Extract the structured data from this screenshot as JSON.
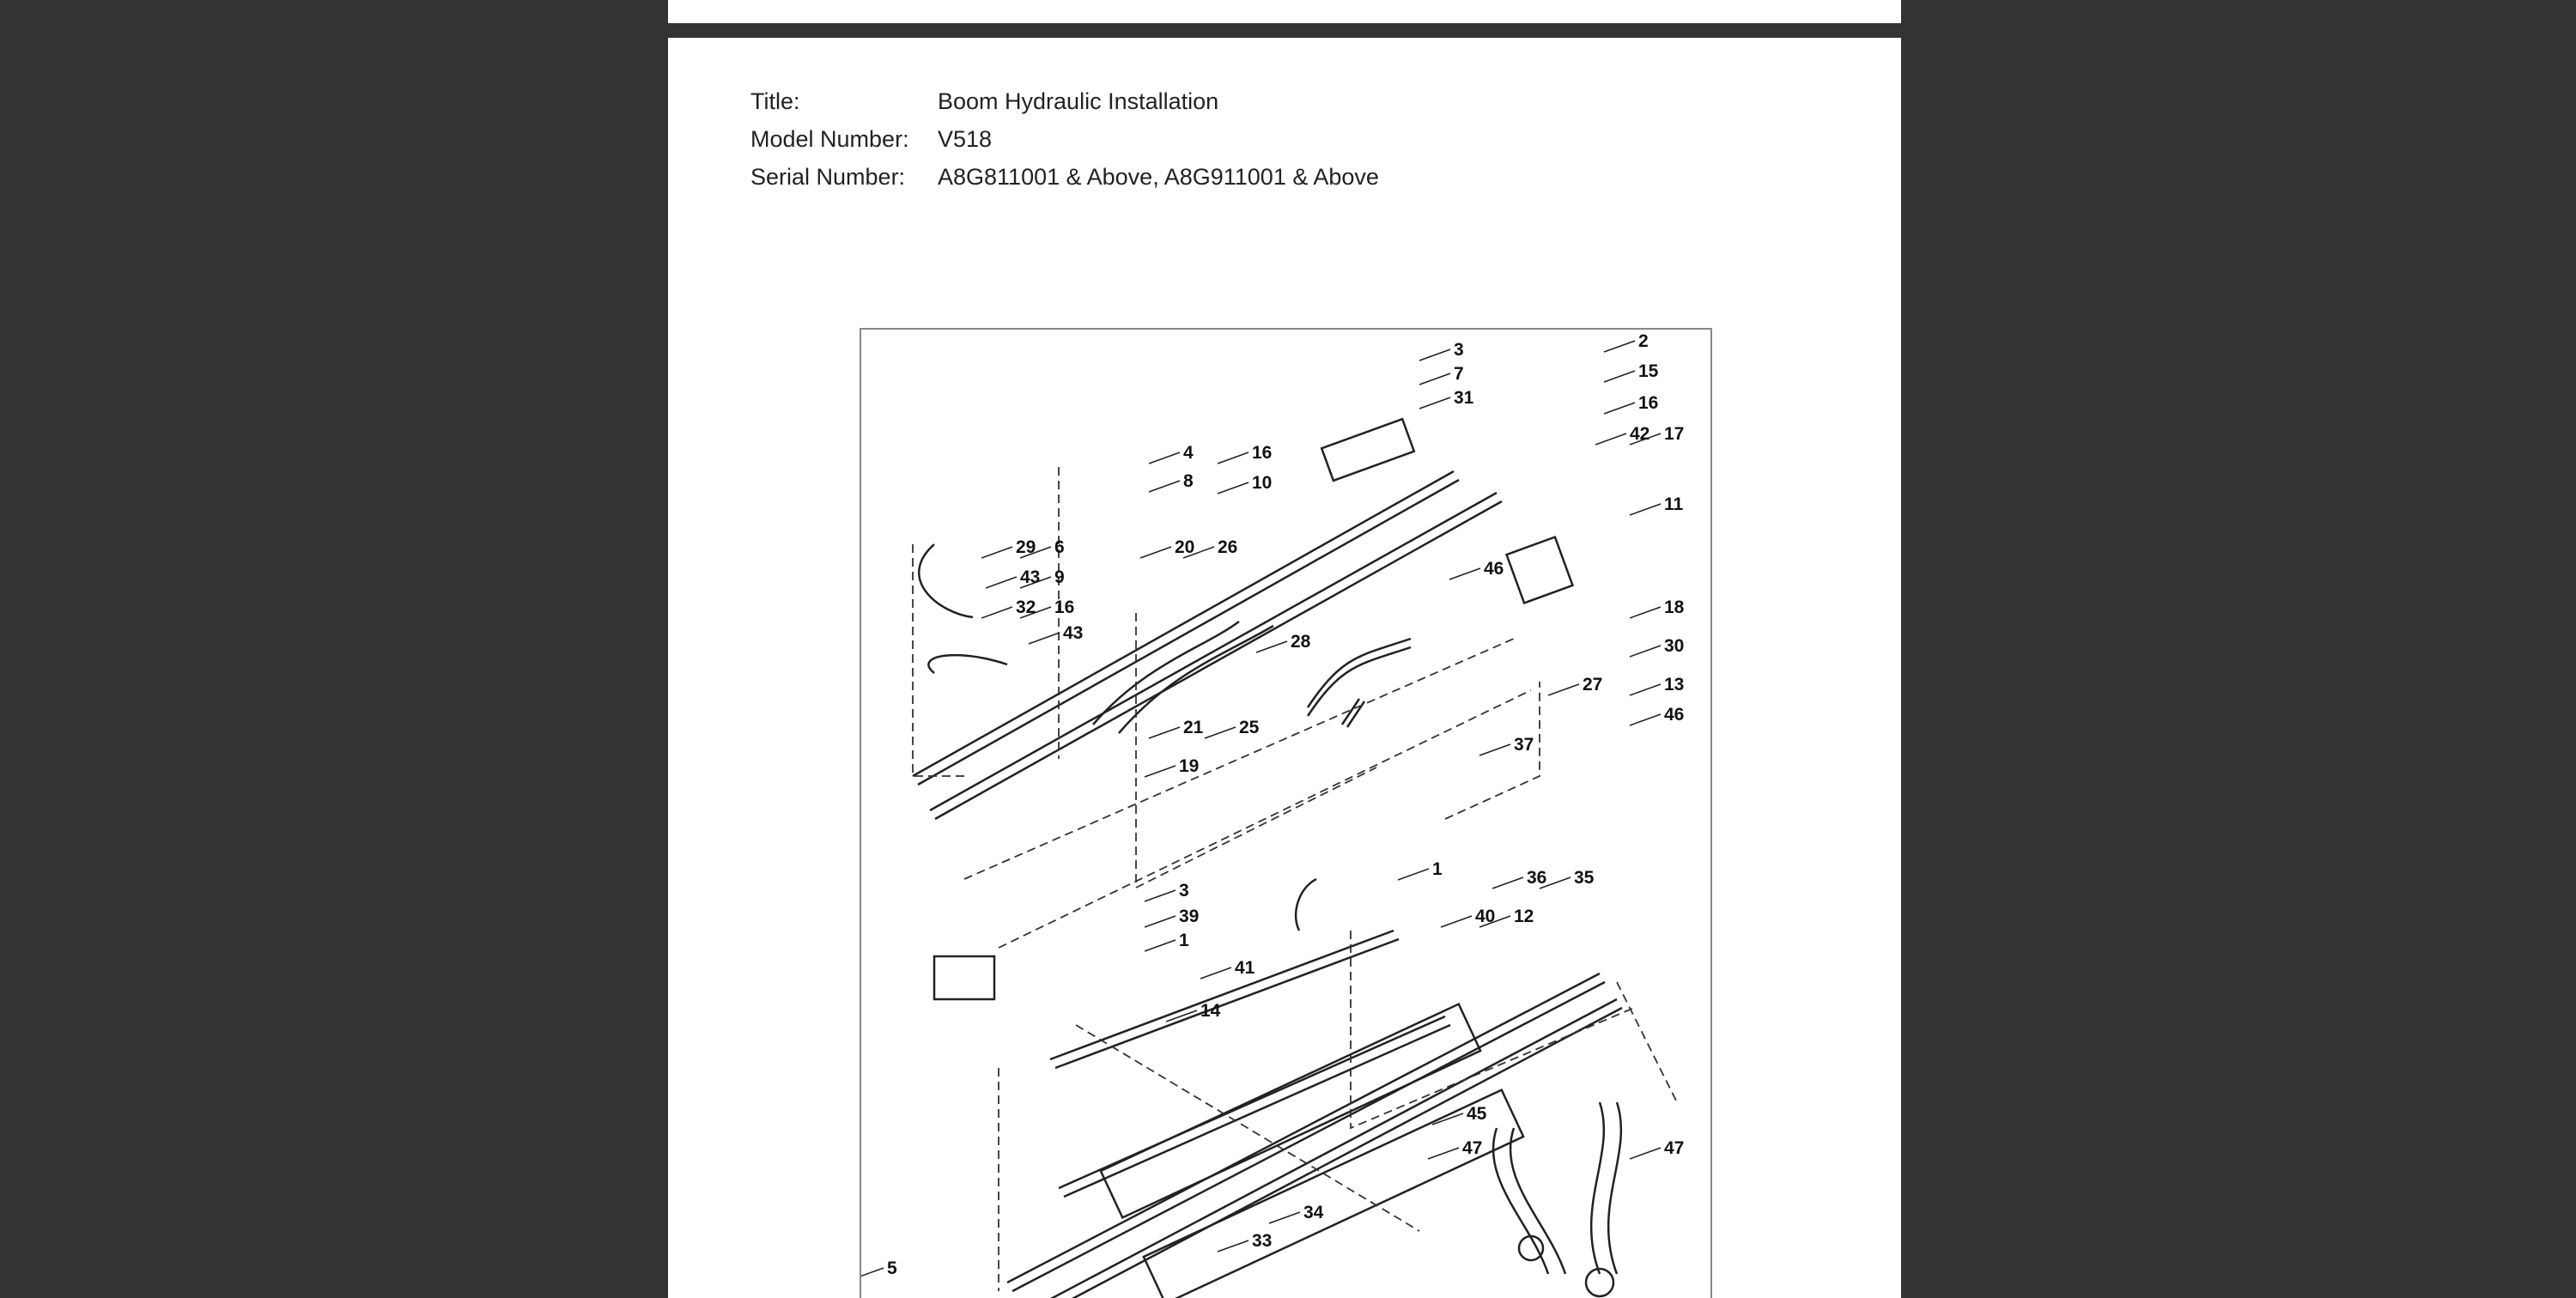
{
  "document": {
    "title_label": "Title:",
    "title_value": "Boom Hydraulic Installation",
    "model_label": "Model Number:",
    "model_value": "V518",
    "serial_label": "Serial Number:",
    "serial_value": "A8G811001 & Above, A8G911001 & Above"
  },
  "diagram": {
    "callouts": [
      "3",
      "7",
      "31",
      "2",
      "15",
      "16",
      "42",
      "17",
      "4",
      "8",
      "16",
      "10",
      "11",
      "29",
      "6",
      "20",
      "26",
      "43",
      "9",
      "16",
      "32",
      "43",
      "46",
      "18",
      "30",
      "28",
      "13",
      "27",
      "21",
      "25",
      "46",
      "37",
      "19",
      "3",
      "39",
      "1",
      "41",
      "1",
      "36",
      "35",
      "40",
      "12",
      "14",
      "45",
      "47",
      "47",
      "34",
      "33",
      "5"
    ]
  }
}
